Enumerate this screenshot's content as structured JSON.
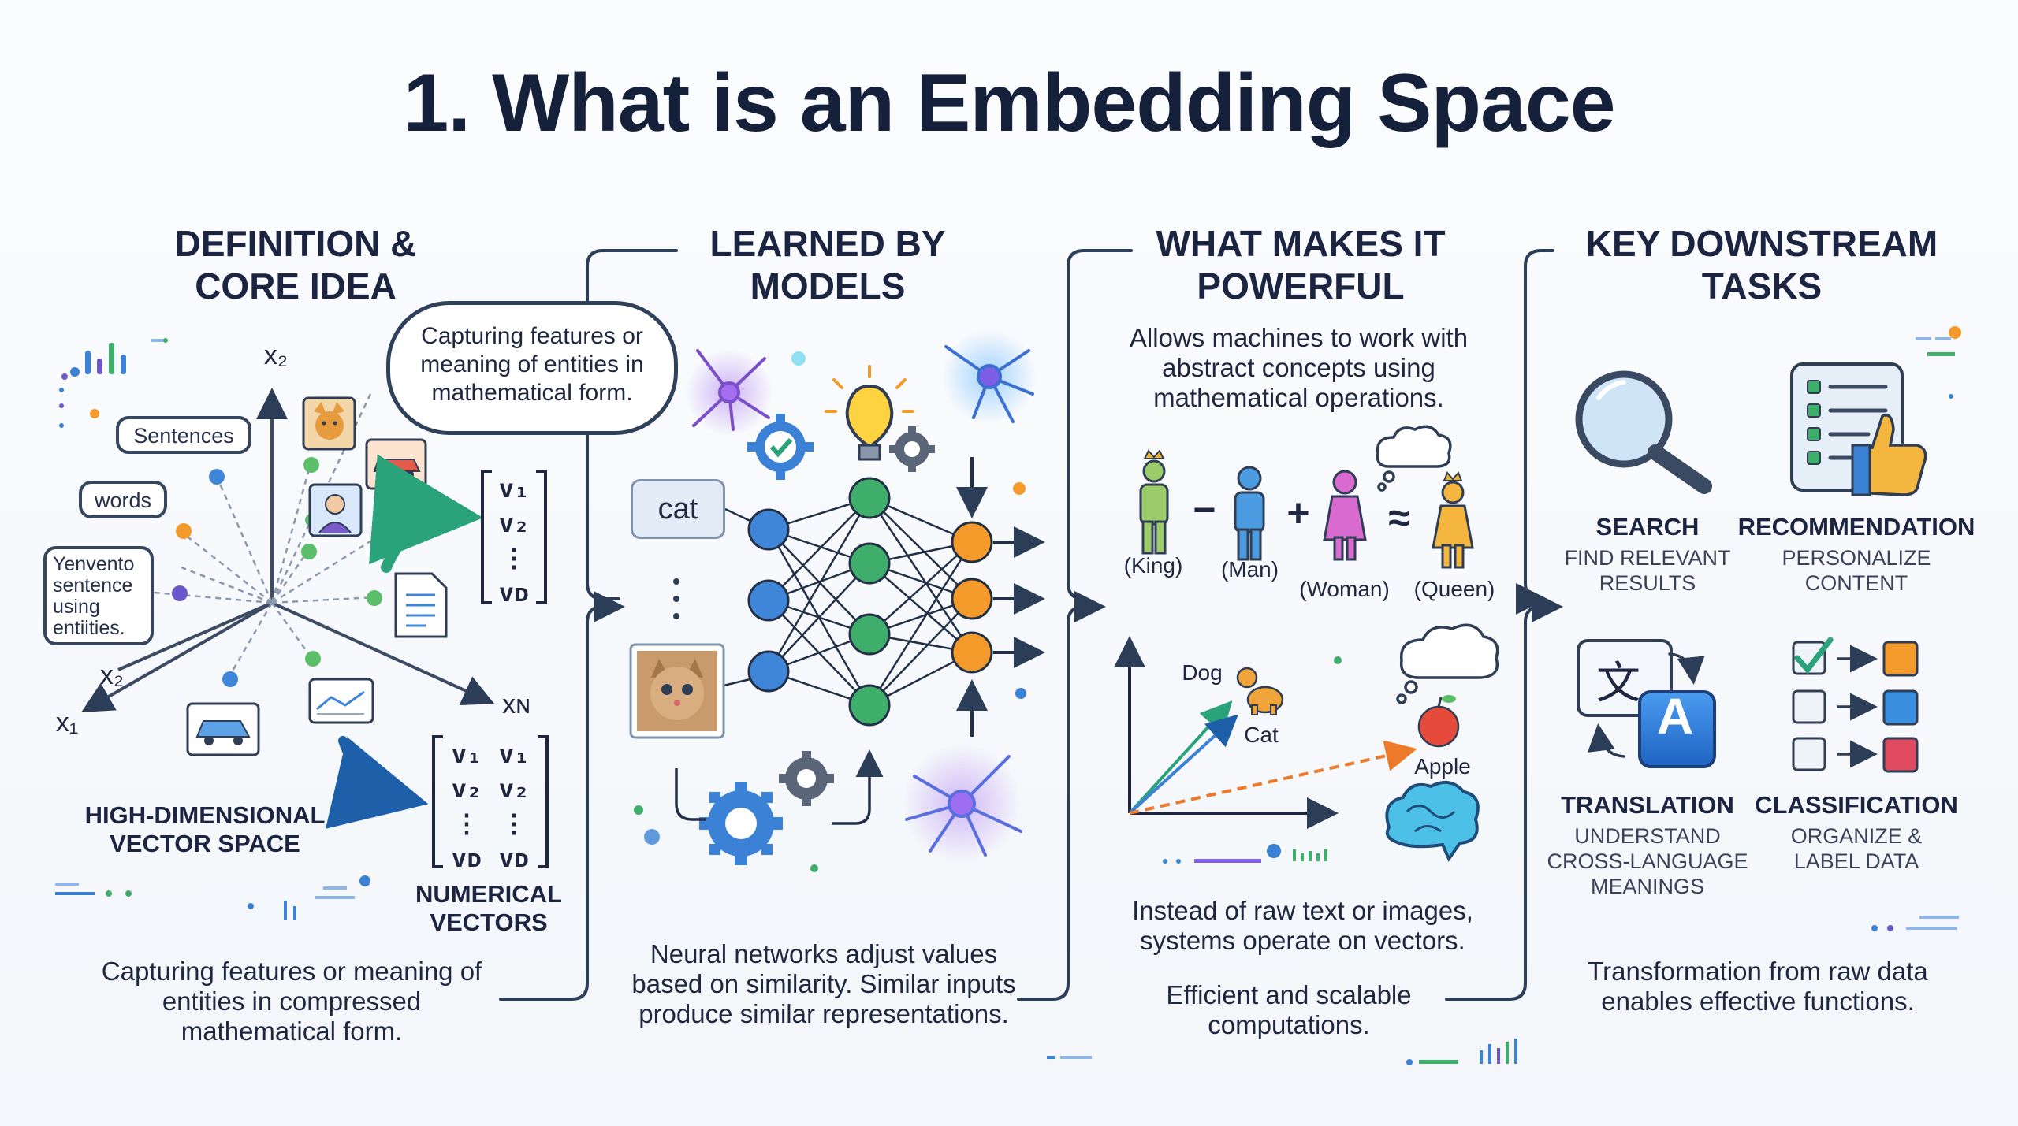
{
  "title": "1. What is an Embedding Space",
  "col1": {
    "heading": "DEFINITION & CORE IDEA",
    "speech": "Capturing features or meaning of entities in mathematical form.",
    "bubbles": [
      "Sentences",
      "words",
      "Yenvento sentence using entiities."
    ],
    "axes": {
      "x2_top": "x₂",
      "x2_left": "x₂",
      "x1": "x₁",
      "xn": "xɴ"
    },
    "space_label": "HIGH-DIMENSIONAL VECTOR SPACE",
    "vector_label": "NUMERICAL VECTORS",
    "vector_a": [
      "v₁",
      "v₂",
      "⋮",
      "vᴅ"
    ],
    "vector_b": [
      "v₁",
      "v₂",
      "⋮",
      "vᴅ"
    ],
    "vector_c": [
      "v₁",
      "v₂",
      "⋮",
      "vᴅ"
    ],
    "body": "Capturing features or meaning of entities in compressed mathematical form."
  },
  "col2": {
    "heading": "LEARNED BY MODELS",
    "input_word": "cat",
    "body": "Neural networks adjust values based on similarity. Similar inputs produce similar representations."
  },
  "col3": {
    "heading": "WHAT MAKES IT POWERFUL",
    "intro": "Allows machines to work with abstract concepts using mathematical operations.",
    "analogy": {
      "king": "(King)",
      "man": "(Man)",
      "woman": "(Woman)",
      "queen": "(Queen)",
      "minus": "−",
      "plus": "+",
      "approx": "≈"
    },
    "plot_labels": {
      "dog": "Dog",
      "cat": "Cat",
      "apple": "Apple"
    },
    "body1": "Instead of raw text or images, systems operate on vectors.",
    "body2": "Efficient and scalable computations."
  },
  "col4": {
    "heading": "KEY DOWNSTREAM TASKS",
    "tasks": [
      {
        "name": "SEARCH",
        "desc": "FIND RELEVANT RESULTS"
      },
      {
        "name": "RECOMMENDATION",
        "desc": "PERSONALIZE CONTENT"
      },
      {
        "name": "TRANSLATION",
        "desc": "UNDERSTAND CROSS-LANGUAGE MEANINGS"
      },
      {
        "name": "CLASSIFICATION",
        "desc": "ORGANIZE & LABEL DATA"
      }
    ],
    "translation_glyphs": {
      "source": "文",
      "target": "A"
    },
    "body": "Transformation from raw data enables effective functions."
  },
  "colors": {
    "accent_blue": "#3b82d6",
    "accent_green": "#3fae6a",
    "accent_orange": "#f39a2b",
    "navy": "#2c3e57"
  }
}
